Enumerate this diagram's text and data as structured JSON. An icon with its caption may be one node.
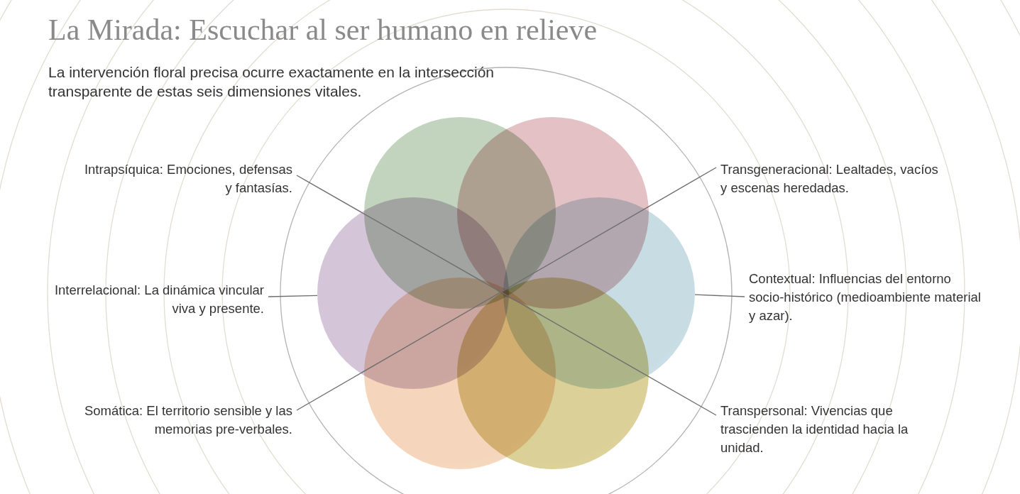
{
  "diagram": {
    "title": "La Mirada: Escuchar al ser humano en relieve",
    "nodes": [
      {
        "text": [
          "Intrapsíquica: Emociones, defensas y fantasías."
        ]
      },
      {
        "text": [
          "Transgeneracional: Lealtades, vacíos y escenas heredadas."
        ]
      },
      {
        "text": [
          "Interrelacional: La dinámica vincular viva y presente."
        ]
      },
      {
        "text": [
          "Contextual: Influencias del entorno socio-histórico (medioambiente material y azar)."
        ]
      },
      {
        "text": [
          "Somática: El territorio sensible y las memorias pre-verbales."
        ]
      },
      {
        "text": [
          "Transpersonal: Vivencias que trascienden la identidad hacia la unidad."
        ]
      },
      {
        "text": [],
        "shape": "circle"
      },
      {
        "text": [],
        "shape": "circle"
      },
      {
        "text": [],
        "shape": "circle"
      },
      {
        "text": [],
        "shape": "circle"
      },
      {
        "text": [],
        "shape": "circle"
      },
      {
        "text": [],
        "shape": "circle"
      }
    ],
    "edges": [
      {
        "from": 0,
        "to": 5,
        "arrow": "none"
      },
      {
        "from": 1,
        "to": 4,
        "arrow": "none"
      },
      {
        "from": 2,
        "to": 6,
        "arrow": "none"
      },
      {
        "from": 3,
        "to": 11,
        "arrow": "none"
      }
    ],
    "labels": [
      "La intervención floral precisa ocurre exactamente en la intersección transparente de estas seis dimensiones vitales."
    ]
  }
}
